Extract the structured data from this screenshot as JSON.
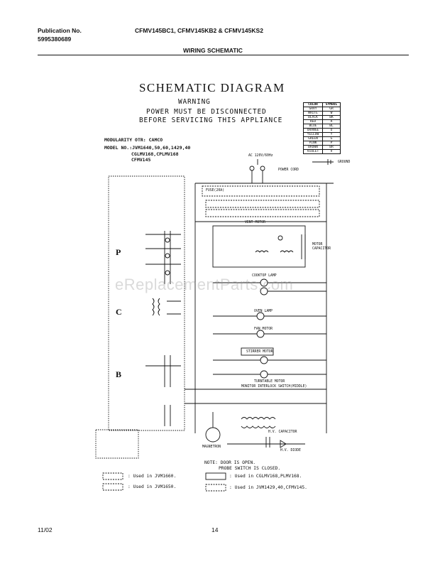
{
  "header": {
    "publication_label": "Publication No.",
    "publication_number": "5995380689",
    "models": "CFMV145BC1, CFMV145KB2 & CFMV145KS2",
    "section": "WIRING SCHEMATIC"
  },
  "diagram": {
    "title": "SCHEMATIC DIAGRAM",
    "warning_title": "WARNING",
    "warning_line1": "POWER MUST BE DISCONNECTED",
    "warning_line2": "BEFORE SERVICING THIS APPLIANCE",
    "modularity": "MODULARITY OTR: CAMCO",
    "model_no_line1": "MODEL NO.:JVM1640,50,60,1429,40",
    "model_no_line2": "CGLMV168,CPLMV168",
    "model_no_line3": "CFMV145",
    "power_supply": "AC 120V/60Hz",
    "power_cord": "POWER CORD",
    "ground": "GROUND",
    "fuse": "FUSE(20A)",
    "vent_motor": "VENT MOTOR",
    "motor_capacitor": "MOTOR CAPACITOR",
    "cooktop_lamp": "COOKTOP LAMP",
    "oven_lamp": "OVEN LAMP",
    "fan_motor": "FAN MOTOR",
    "stirrer_motor": "STIRRER MOTOR",
    "turntable_motor": "TURNTABLE MOTOR",
    "monitor_switch": "MONITOR INTERLOCK SWITCH(MIDDLE)",
    "magnetron": "MAGNETRON",
    "hv_capacitor": "H.V. CAPACITOR",
    "hv_diode": "H.V. DIODE",
    "section_p": "P",
    "section_c": "C",
    "section_b": "B",
    "watermark": "eReplacementParts.com"
  },
  "color_table": {
    "headers": [
      "COLOR",
      "SYMBOL"
    ],
    "rows": [
      [
        "GRAY",
        "GR"
      ],
      [
        "WHITE",
        "W"
      ],
      [
        "BLACK",
        "BK"
      ],
      [
        "RED",
        "R"
      ],
      [
        "BLUE",
        "BL"
      ],
      [
        "ORANGE",
        "O"
      ],
      [
        "YELLOW",
        "Y"
      ],
      [
        "GREEN",
        "G"
      ],
      [
        "PINK",
        "P"
      ],
      [
        "BROWN",
        "BR"
      ],
      [
        "VIOLET",
        "V"
      ]
    ]
  },
  "notes": {
    "note_line1": "NOTE: DOOR IS OPEN.",
    "note_line2": "PROBE SWITCH IS CLOSED.",
    "legend1": ": Used in JVM1660.",
    "legend2": ": Used in JVM1650.",
    "legend3": ": Used in CGLMV168,PLMV168.",
    "legend4": ": Used in JVM1429,40,CFMV145."
  },
  "footer": {
    "date": "11/02",
    "page": "14"
  },
  "colors": {
    "ink": "#111111",
    "watermark": "#969696"
  }
}
